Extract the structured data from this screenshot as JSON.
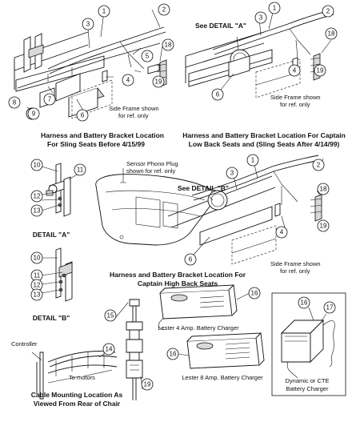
{
  "captions": {
    "fig1_line1": "Harness and Battery Bracket Location",
    "fig1_line2": "For Sling Seats Before 4/15/99",
    "fig2_line1": "Harness and Battery Bracket Location For Captain",
    "fig2_line2": "Low Back Seats and (Sling Seats After 4/14/99)",
    "fig3_line1": "Harness and Battery Bracket Location For",
    "fig3_line2": "Captain High Back Seats",
    "detail_a": "DETAIL \"A\"",
    "detail_b": "DETAIL \"B\"",
    "cable_line1": "Cable Mounting Location  As",
    "cable_line2": "Viewed From Rear of Chair",
    "lester4": "Lester 4 Amp. Battery Charger",
    "lester8": "Lester 8 Amp. Battery Charger",
    "dynamic_line1": "Dynamic or CTE",
    "dynamic_line2": "Battery Charger"
  },
  "notes": {
    "side_frame_1a": "Side Frame shown",
    "side_frame_1b": "for ref. only",
    "side_frame_2a": "Side Frame shown",
    "side_frame_2b": "for ref. only",
    "side_frame_3a": "Side Frame shown",
    "side_frame_3b": "for ref. only",
    "see_detail_a": "See DETAIL \"A\"",
    "see_detail_b": "See DETAIL \"B\"",
    "sensor_1": "Sensor Phono Plug",
    "sensor_2": "shown for ref. only",
    "controller": "Controller",
    "to_motors": "To motors"
  },
  "callouts": {
    "c1": "1",
    "c2": "2",
    "c3": "3",
    "c4": "4",
    "c5": "5",
    "c6": "6",
    "c7": "7",
    "c8": "8",
    "c9": "9",
    "c10": "10",
    "c11": "11",
    "c12": "12",
    "c13": "13",
    "c14": "14",
    "c15": "15",
    "c16": "16",
    "c17": "17",
    "c18": "18",
    "c19": "19"
  }
}
